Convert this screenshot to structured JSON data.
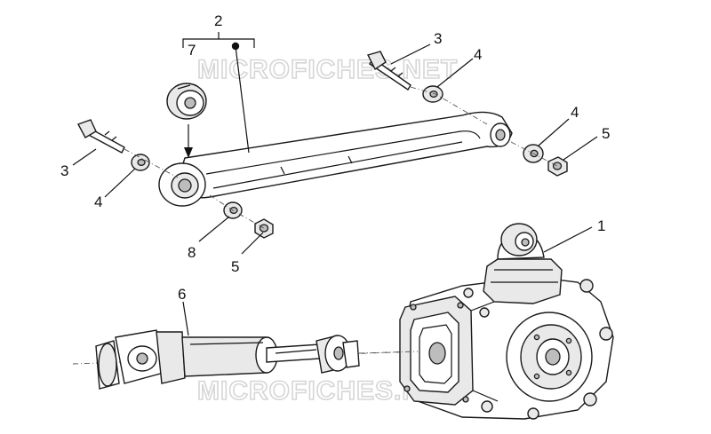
{
  "watermark": {
    "text": "MICROFICHES.NET"
  },
  "callouts": {
    "c1": "1",
    "c2": "2",
    "c3_top": "3",
    "c3_left": "3",
    "c4_top": "4",
    "c4_right": "4",
    "c4_left": "4",
    "c5_right": "5",
    "c5_bottom": "5",
    "c6": "6",
    "c7": "7",
    "c8": "8"
  },
  "parts": [
    {
      "ref": "1",
      "name": "gearbox"
    },
    {
      "ref": "2",
      "name": "reaction-arm"
    },
    {
      "ref": "3",
      "name": "bolt"
    },
    {
      "ref": "4",
      "name": "washer"
    },
    {
      "ref": "5",
      "name": "nut"
    },
    {
      "ref": "6",
      "name": "drive-shaft"
    },
    {
      "ref": "7",
      "name": "bearing"
    },
    {
      "ref": "8",
      "name": "spacer"
    }
  ]
}
